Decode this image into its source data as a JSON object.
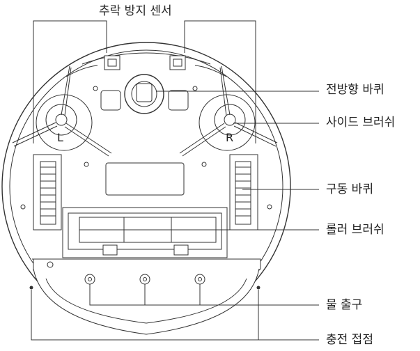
{
  "diagram": {
    "labels": {
      "cliff_sensor": "추락 방지 센서",
      "caster_wheel": "전방향 바퀴",
      "side_brush": "사이드 브러쉬",
      "drive_wheel": "구동 바퀴",
      "roller_brush": "롤러 브러쉬",
      "water_outlet": "물 출구",
      "charging_contact": "충전 접점"
    },
    "side_marks": {
      "left": "L",
      "right": "R"
    }
  }
}
